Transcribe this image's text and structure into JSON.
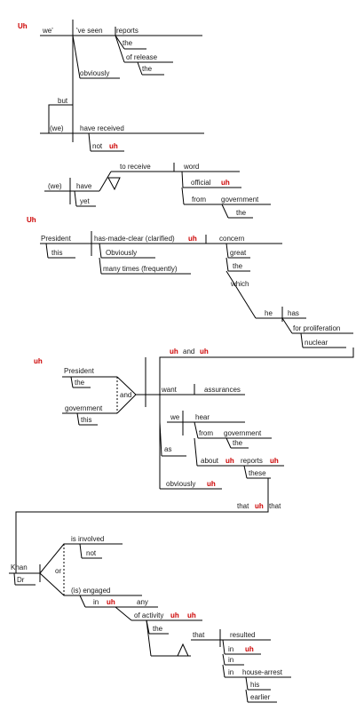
{
  "colors": {
    "line": "#000000",
    "text": "#1a1a1a",
    "filler": "#cc0000",
    "background": "#ffffff"
  },
  "words": [
    {
      "id": "uh_s1",
      "text": "Uh",
      "filler": true
    },
    {
      "id": "we",
      "text": "we'"
    },
    {
      "id": "ve_seen",
      "text": "'ve seen"
    },
    {
      "id": "reports1",
      "text": "reports"
    },
    {
      "id": "the1",
      "text": "the"
    },
    {
      "id": "of_release",
      "text": "of release"
    },
    {
      "id": "the2",
      "text": "the"
    },
    {
      "id": "obviously1",
      "text": "obviously"
    },
    {
      "id": "but",
      "text": "but"
    },
    {
      "id": "we_paren1",
      "text": "(we)"
    },
    {
      "id": "have_received",
      "text": "have received"
    },
    {
      "id": "not",
      "text": "not"
    },
    {
      "id": "uh_not",
      "text": "uh",
      "filler": true
    },
    {
      "id": "to_receive",
      "text": "to receive"
    },
    {
      "id": "word",
      "text": "word"
    },
    {
      "id": "we_paren2",
      "text": "(we)"
    },
    {
      "id": "have",
      "text": "have"
    },
    {
      "id": "official",
      "text": "official"
    },
    {
      "id": "uh_official",
      "text": "uh",
      "filler": true
    },
    {
      "id": "yet",
      "text": "yet"
    },
    {
      "id": "from1",
      "text": "from"
    },
    {
      "id": "government1",
      "text": "government"
    },
    {
      "id": "the3",
      "text": "the"
    },
    {
      "id": "uh_s2",
      "text": "Uh",
      "filler": true
    },
    {
      "id": "president1",
      "text": "President"
    },
    {
      "id": "has_made_clear",
      "text": "has-made-clear (clarified)"
    },
    {
      "id": "uh_hmc",
      "text": "uh",
      "filler": true
    },
    {
      "id": "concern",
      "text": "concern"
    },
    {
      "id": "this1",
      "text": "this"
    },
    {
      "id": "obviously2",
      "text": "Obviously"
    },
    {
      "id": "great",
      "text": "great"
    },
    {
      "id": "many_times",
      "text": "many times (frequently)"
    },
    {
      "id": "the4",
      "text": "the"
    },
    {
      "id": "which",
      "text": "which"
    },
    {
      "id": "he",
      "text": "he"
    },
    {
      "id": "has",
      "text": "has"
    },
    {
      "id": "for_proliferation",
      "text": "for proliferation"
    },
    {
      "id": "nuclear",
      "text": "nuclear"
    },
    {
      "id": "uh_s3",
      "text": "uh",
      "filler": true
    },
    {
      "id": "uh_and1",
      "text": "uh",
      "filler": true
    },
    {
      "id": "and_top",
      "text": "and"
    },
    {
      "id": "uh_and2",
      "text": "uh",
      "filler": true
    },
    {
      "id": "president2",
      "text": "President"
    },
    {
      "id": "the5",
      "text": "the"
    },
    {
      "id": "and_mid",
      "text": "and"
    },
    {
      "id": "want",
      "text": "want"
    },
    {
      "id": "assurances",
      "text": "assurances"
    },
    {
      "id": "government2",
      "text": "government"
    },
    {
      "id": "this2",
      "text": "this"
    },
    {
      "id": "we2",
      "text": "we"
    },
    {
      "id": "hear",
      "text": "hear"
    },
    {
      "id": "from2",
      "text": "from"
    },
    {
      "id": "government3",
      "text": "government"
    },
    {
      "id": "the6",
      "text": "the"
    },
    {
      "id": "as",
      "text": "as"
    },
    {
      "id": "about",
      "text": "about"
    },
    {
      "id": "uh_about",
      "text": "uh",
      "filler": true
    },
    {
      "id": "reports2",
      "text": "reports"
    },
    {
      "id": "uh_reports",
      "text": "uh",
      "filler": true
    },
    {
      "id": "these",
      "text": "these"
    },
    {
      "id": "obviously3",
      "text": "obviously"
    },
    {
      "id": "uh_obv3",
      "text": "uh",
      "filler": true
    },
    {
      "id": "that1",
      "text": "that"
    },
    {
      "id": "uh_that",
      "text": "uh",
      "filler": true
    },
    {
      "id": "that2",
      "text": "that"
    },
    {
      "id": "is_involved",
      "text": "is involved"
    },
    {
      "id": "not2",
      "text": "not"
    },
    {
      "id": "khan",
      "text": "Khan"
    },
    {
      "id": "or",
      "text": "or"
    },
    {
      "id": "dr",
      "text": "Dr"
    },
    {
      "id": "is_engaged",
      "text": "(is) engaged"
    },
    {
      "id": "in1",
      "text": "in"
    },
    {
      "id": "uh_in1",
      "text": "uh",
      "filler": true
    },
    {
      "id": "any",
      "text": "any"
    },
    {
      "id": "of_activity",
      "text": "of activity"
    },
    {
      "id": "uh_act1",
      "text": "uh",
      "filler": true
    },
    {
      "id": "uh_act2",
      "text": "uh",
      "filler": true
    },
    {
      "id": "the7",
      "text": "the"
    },
    {
      "id": "that3",
      "text": "that"
    },
    {
      "id": "resulted",
      "text": "resulted"
    },
    {
      "id": "in2",
      "text": "in"
    },
    {
      "id": "uh_in2",
      "text": "uh",
      "filler": true
    },
    {
      "id": "in3",
      "text": "in"
    },
    {
      "id": "in4",
      "text": "in"
    },
    {
      "id": "house_arrest",
      "text": "house-arrest"
    },
    {
      "id": "his",
      "text": "his"
    },
    {
      "id": "earlier",
      "text": "earlier"
    }
  ]
}
